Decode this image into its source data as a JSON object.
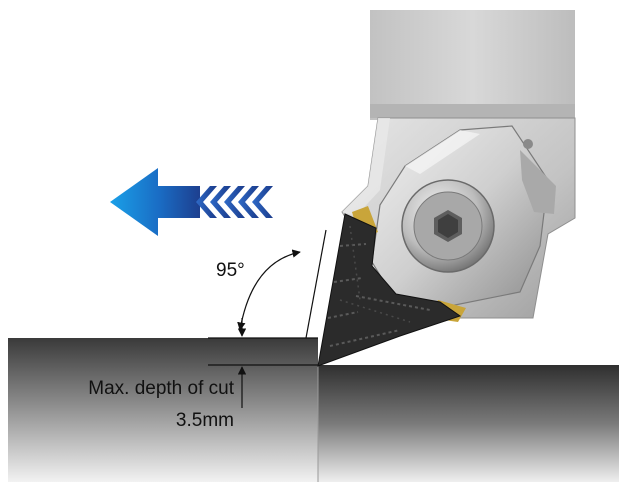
{
  "angle_label": "95°",
  "depth_label_line1": "Max. depth of cut",
  "depth_label_line2": "3.5mm",
  "icons": {
    "feed_direction": "arrow-left-icon",
    "insert": "turning-insert-icon",
    "clamp_screw": "hex-socket-screw-icon"
  },
  "colors": {
    "arrow_blue": "#1a73c9",
    "insert_gold": "#c9a53a",
    "insert_dark": "#2a2a2a",
    "workpiece_dark": "#3d3d3d",
    "holder_gray": "#c6c6c6"
  }
}
